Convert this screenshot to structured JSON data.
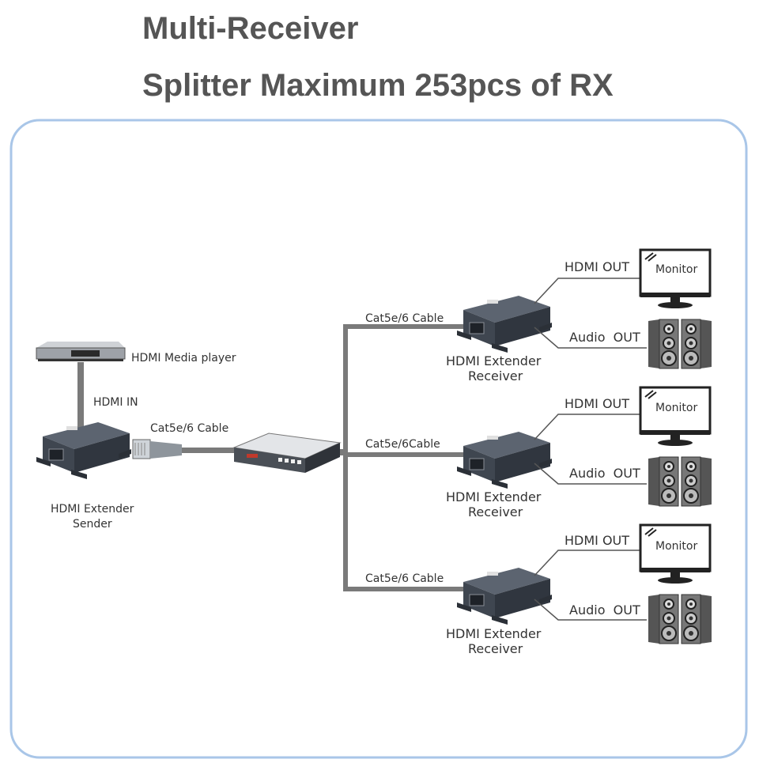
{
  "title_line1": "Multi-Receiver",
  "title_line2": "Splitter Maximum 253pcs of RX",
  "media_player_label": "HDMI Media player",
  "hdmi_in_label": "HDMI IN",
  "sender_label_line1": "HDMI Extender",
  "sender_label_line2": "Sender",
  "sender_cable_label": "Cat5e/6 Cable",
  "receivers": [
    {
      "cable_label": "Cat5e/6 Cable",
      "label_line1": "HDMI Extender",
      "label_line2": "Receiver",
      "hdmi_out_label": "HDMI OUT",
      "audio_out_label": "Audio  OUT",
      "monitor_label": "Monitor"
    },
    {
      "cable_label": "Cat5e/6Cable",
      "label_line1": "HDMI Extender",
      "label_line2": "Receiver",
      "hdmi_out_label": "HDMI OUT",
      "audio_out_label": "Audio  OUT",
      "monitor_label": "Monitor"
    },
    {
      "cable_label": "Cat5e/6 Cable",
      "label_line1": "HDMI Extender",
      "label_line2": "Receiver",
      "hdmi_out_label": "HDMI OUT",
      "audio_out_label": "Audio  OUT",
      "monitor_label": "Monitor"
    }
  ],
  "icons": {
    "media_player": "media-player-icon",
    "sender": "hdmi-sender-box-icon",
    "connector": "rj45-connector-icon",
    "switch": "network-switch-icon",
    "receiver": "hdmi-receiver-box-icon",
    "monitor": "monitor-icon",
    "speakers": "speaker-pair-icon"
  },
  "colors": {
    "title": "#555555",
    "frame_border": "#a9c6e8",
    "cable": "#7a7a7a",
    "device_body": "#3f4650",
    "switch_accent": "#c0392b"
  }
}
